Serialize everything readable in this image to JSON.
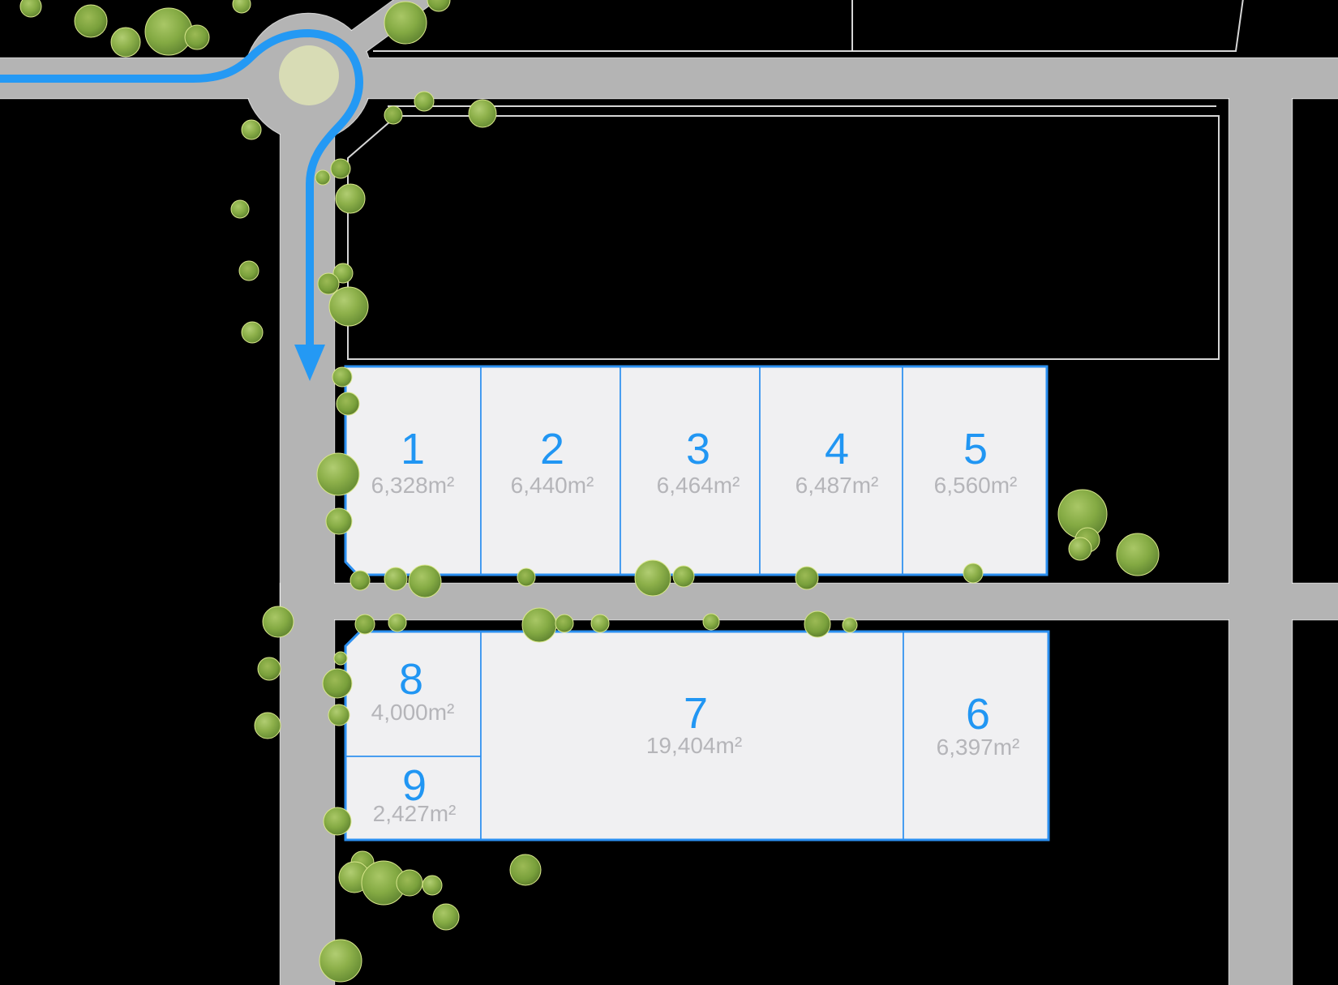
{
  "title": "Land subdivision site plan",
  "colors": {
    "background": "#000000",
    "road": "#b4b4b4",
    "road_edge": "#f2f2f2",
    "island": "#d8dcb5",
    "boundary_line": "#ededed",
    "lot_fill": "#f0f0f2",
    "lot_border": "#2b8ff0",
    "lot_number": "#2196f3",
    "lot_area_text": "#b5b5b9",
    "route": "#2499f4"
  },
  "lots": [
    {
      "number": "1",
      "area": "6,328m²"
    },
    {
      "number": "2",
      "area": "6,440m²"
    },
    {
      "number": "3",
      "area": "6,464m²"
    },
    {
      "number": "4",
      "area": "6,487m²"
    },
    {
      "number": "5",
      "area": "6,560m²"
    },
    {
      "number": "6",
      "area": "6,397m²"
    },
    {
      "number": "7",
      "area": "19,404m²"
    },
    {
      "number": "8",
      "area": "4,000m²"
    },
    {
      "number": "9",
      "area": "2,427m²"
    }
  ],
  "map_icons": {
    "route_arrow": "blue access route entering from the west, around roundabout, heading south",
    "tree": "tree canopy marker",
    "roundabout": "roundabout with central island"
  },
  "trees": [
    [
      38,
      8,
      13
    ],
    [
      112,
      26,
      20
    ],
    [
      155,
      52,
      18
    ],
    [
      208,
      39,
      29
    ],
    [
      243,
      46,
      15
    ],
    [
      298,
      5,
      11
    ],
    [
      500,
      28,
      26
    ],
    [
      541,
      0,
      14
    ],
    [
      595,
      140,
      17
    ],
    [
      523,
      125,
      12
    ],
    [
      485,
      142,
      11
    ],
    [
      310,
      160,
      12
    ],
    [
      296,
      258,
      11
    ],
    [
      307,
      334,
      12
    ],
    [
      311,
      410,
      13
    ],
    [
      398,
      219,
      9
    ],
    [
      420,
      208,
      12
    ],
    [
      432,
      245,
      18
    ],
    [
      423,
      337,
      12
    ],
    [
      405,
      350,
      13
    ],
    [
      430,
      378,
      24
    ],
    [
      422,
      465,
      12
    ],
    [
      429,
      498,
      14
    ],
    [
      417,
      585,
      26
    ],
    [
      418,
      643,
      16
    ],
    [
      444,
      716,
      12
    ],
    [
      488,
      714,
      14
    ],
    [
      524,
      717,
      20
    ],
    [
      649,
      712,
      11
    ],
    [
      805,
      713,
      22
    ],
    [
      843,
      711,
      13
    ],
    [
      995,
      713,
      14
    ],
    [
      1200,
      707,
      12
    ],
    [
      1335,
      634,
      30
    ],
    [
      1341,
      666,
      15
    ],
    [
      1332,
      677,
      14
    ],
    [
      1403,
      684,
      26
    ],
    [
      450,
      770,
      12
    ],
    [
      490,
      768,
      11
    ],
    [
      665,
      771,
      21
    ],
    [
      696,
      769,
      11
    ],
    [
      740,
      769,
      11
    ],
    [
      877,
      767,
      10
    ],
    [
      1008,
      770,
      16
    ],
    [
      1048,
      771,
      9
    ],
    [
      343,
      767,
      19
    ],
    [
      332,
      825,
      14
    ],
    [
      330,
      895,
      16
    ],
    [
      420,
      812,
      8
    ],
    [
      416,
      843,
      18
    ],
    [
      418,
      882,
      13
    ],
    [
      416,
      1013,
      17
    ],
    [
      447,
      1064,
      14
    ],
    [
      437,
      1082,
      19
    ],
    [
      473,
      1089,
      27
    ],
    [
      505,
      1089,
      16
    ],
    [
      533,
      1092,
      12
    ],
    [
      550,
      1131,
      16
    ],
    [
      648,
      1073,
      19
    ],
    [
      420,
      1185,
      26
    ]
  ]
}
